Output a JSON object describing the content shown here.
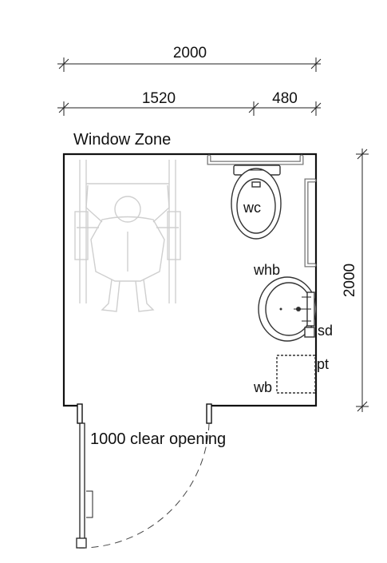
{
  "dimensions": {
    "overall_width": "2000",
    "sub_width_left": "1520",
    "sub_width_right": "480",
    "overall_depth": "2000"
  },
  "zones": {
    "window_zone": "Window Zone",
    "door_opening": "1000 clear opening"
  },
  "fixtures": {
    "wc": "wc",
    "whb": "whb",
    "sd": "sd",
    "pt": "pt",
    "wb": "wb"
  },
  "icons": {
    "wheelchair_user": "wheelchair-user-icon",
    "toilet": "toilet-icon",
    "basin": "basin-icon"
  }
}
